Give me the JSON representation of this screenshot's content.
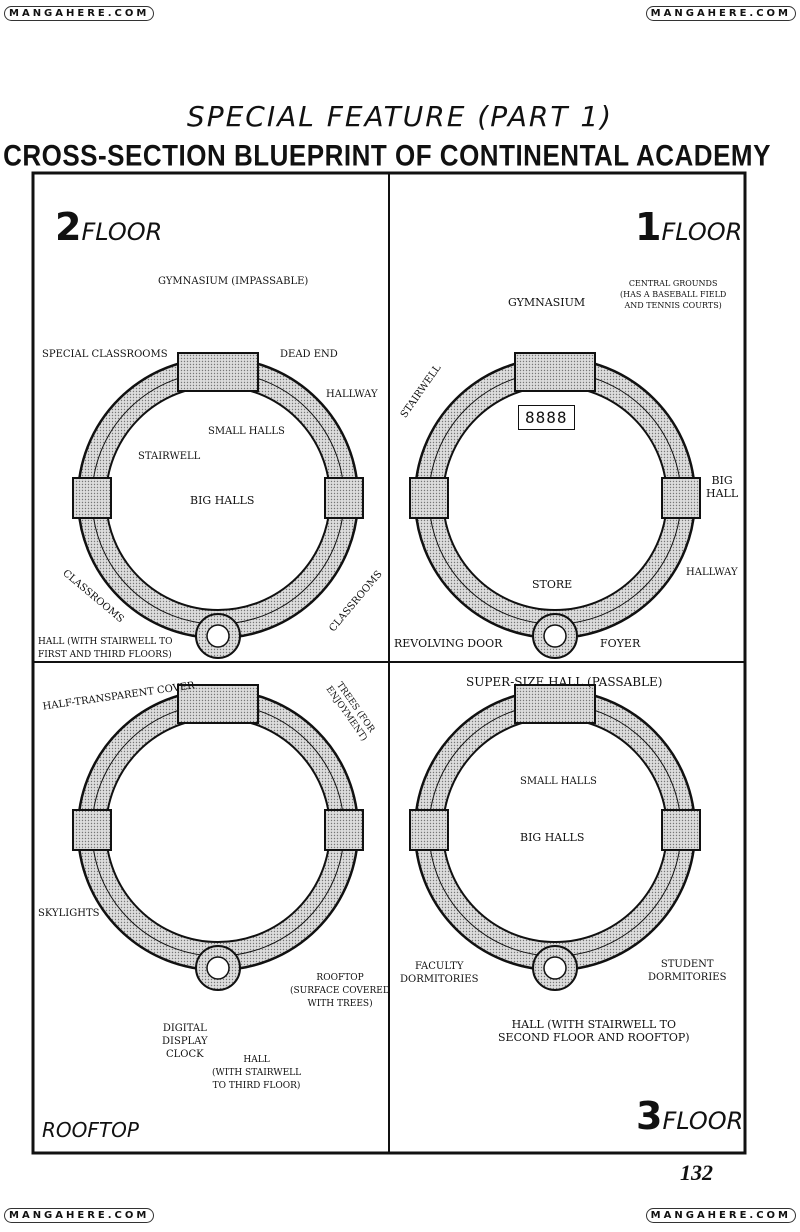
{
  "watermark": "MANGAHERE.COM",
  "subtitle": "SPECIAL FEATURE (PART 1)",
  "title": "CROSS-SECTION BLUEPRINT OF CONTINENTAL ACADEMY",
  "panels": {
    "floor2": {
      "num": "2",
      "word": "FLOOR",
      "labels": {
        "gym": "GYMNASIUM (IMPASSABLE)",
        "special": "SPECIAL CLASSROOMS",
        "dead_end": "DEAD END",
        "hallway": "HALLWAY",
        "small_halls": "SMALL HALLS",
        "stairwell": "STAIRWELL",
        "big_halls": "BIG HALLS",
        "classrooms_left": "CLASSROOMS",
        "classrooms_right": "CLASSROOMS",
        "hall": "HALL (WITH STAIRWELL TO",
        "hall2": "FIRST AND THIRD FLOORS)"
      }
    },
    "floor1": {
      "num": "1",
      "word": "FLOOR",
      "labels": {
        "gym": "GYMNASIUM",
        "central1": "CENTRAL GROUNDS",
        "central2": "(HAS A BASEBALL FIELD",
        "central3": "AND TENNIS COURTS)",
        "stairwell": "STAIRWELL",
        "big_hall1": "BIG",
        "big_hall2": "HALL",
        "hallway": "HALLWAY",
        "store": "STORE",
        "revolving": "REVOLVING DOOR",
        "foyer": "FOYER",
        "scoreboard": "8888"
      }
    },
    "rooftop": {
      "word": "ROOFTOP",
      "labels": {
        "cover": "HALF-TRANSPARENT COVER",
        "trees1": "TREES (FOR",
        "trees2": "ENJOYMENT)",
        "skylights": "SKYLIGHTS",
        "roof1": "ROOFTOP",
        "roof2": "(SURFACE COVERED",
        "roof3": "WITH TREES)",
        "clock1": "DIGITAL",
        "clock2": "DISPLAY",
        "clock3": "CLOCK",
        "hall1": "HALL",
        "hall2": "(WITH STAIRWELL",
        "hall3": "TO THIRD FLOOR)"
      }
    },
    "floor3": {
      "num": "3",
      "word": "FLOOR",
      "labels": {
        "super": "SUPER-SIZE HALL (PASSABLE)",
        "small_halls": "SMALL HALLS",
        "big_halls": "BIG HALLS",
        "faculty1": "FACULTY",
        "faculty2": "DORMITORIES",
        "student1": "STUDENT",
        "student2": "DORMITORIES",
        "hall1": "HALL (WITH STAIRWELL TO",
        "hall2": "SECOND FLOOR AND ROOFTOP)"
      }
    }
  },
  "page_number": "132"
}
